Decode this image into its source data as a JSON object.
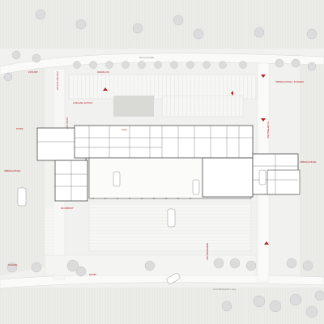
{
  "colors": {
    "background": "#f1f1ef",
    "ground_hatch": "#e2e2e0",
    "road": "#fafaf8",
    "building": "#ffffff",
    "wall": "#4a4a4a",
    "label_red": "#b5242a",
    "tree": "#dcdcdc",
    "tree_outline": "#b8b8b8",
    "parking_line": "#c4c4c4"
  },
  "labels": {
    "street_top": "Barlachstraße",
    "zufahrt": "ZUFAHRT",
    "parkplatz": "PARKPLATZ",
    "zufahrt_schule": "ZUFAHRT SCHULE",
    "ueberdachung": "ÜBERDACHUNG / FAHRRAD",
    "ausgang_schule": "AUSGANG SCHULE",
    "schulhof": "SCHULHOF",
    "haupteingang": "HAUPTEINGANG",
    "foyer": "FOYER",
    "aula": "AULA",
    "ueberdachung_west": "ÜBERDACHUNG",
    "ueberdachung_ost": "ÜBERDACHUNG",
    "pausenhof": "PAUSENHOF",
    "nebeneingang": "NEBENEINGANG",
    "zugang": "ZUGANG",
    "rampe": "RAMPE",
    "street_bottom": "Gröndahlsgarten-weg"
  }
}
